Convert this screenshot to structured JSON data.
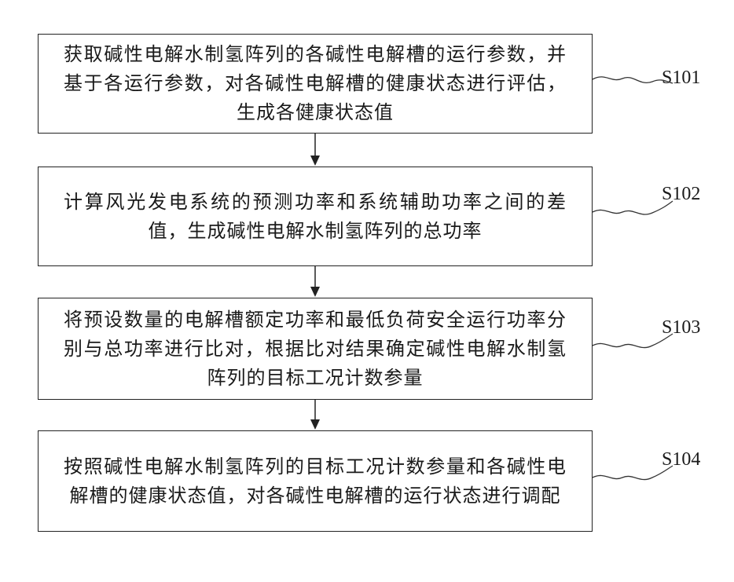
{
  "steps": [
    {
      "id": "S101",
      "text": "获取碱性电解水制氢阵列的各碱性电解槽的运行参数，并基于各运行参数，对各碱性电解槽的健康状态进行评估，生成各健康状态值"
    },
    {
      "id": "S102",
      "text": "计算风光发电系统的预测功率和系统辅助功率之间的差值，生成碱性电解水制氢阵列的总功率"
    },
    {
      "id": "S103",
      "text": "将预设数量的电解槽额定功率和最低负荷安全运行功率分别与总功率进行比对，根据比对结果确定碱性电解水制氢阵列的目标工况计数参量"
    },
    {
      "id": "S104",
      "text": "按照碱性电解水制氢阵列的目标工况计数参量和各碱性电解槽的健康状态值，对各碱性电解槽的运行状态进行调配"
    }
  ]
}
